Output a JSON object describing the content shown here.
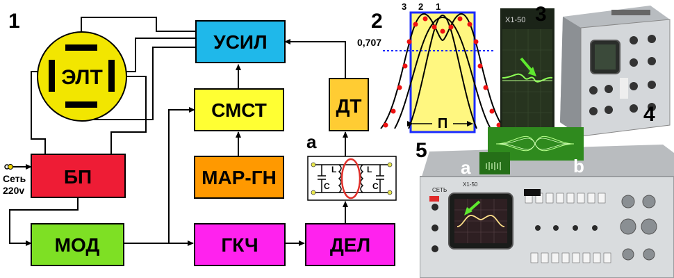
{
  "panel_numbers": {
    "p1": "1",
    "p2": "2",
    "p3": "3",
    "p4": "4",
    "p5": "5"
  },
  "block_diagram": {
    "crt": "ЭЛТ",
    "amp": "УСИЛ",
    "mixer": "СМСТ",
    "marker_gen": "МАР-ГН",
    "detector": "ДТ",
    "power_supply": "БП",
    "modulator": "МОД",
    "sweep_gen": "ГКЧ",
    "divider": "ДЕЛ",
    "mains_label_1": "Сеть",
    "mains_label_2": "220v"
  },
  "filter": {
    "label": "а",
    "l_left": "L",
    "c_left": "C",
    "l_right": "L",
    "c_right": "C"
  },
  "response_graph": {
    "curve_numbers": [
      "3",
      "2",
      "1"
    ],
    "level_label": "0,707",
    "bandwidth_label": "П"
  },
  "photo3": {
    "model_label": "X1-50"
  },
  "photo5": {
    "label_a": "a",
    "label_b": "b",
    "device_model": "X1-50",
    "network_label": "СЕТЬ"
  },
  "colors": {
    "crt": "#f2e600",
    "amp": "#1fb8ea",
    "mixer": "#ffff33",
    "marker_gen": "#ff9900",
    "detector": "#ffcc33",
    "power_supply": "#ee1c35",
    "modulator": "#7ee024",
    "sweep_gen": "#ff22ee",
    "divider": "#ff22ee",
    "band_fill": "#fff780",
    "band_lines": "#1a2bff",
    "markers": "#ee1111",
    "screen_trace": "#7dff4a"
  }
}
